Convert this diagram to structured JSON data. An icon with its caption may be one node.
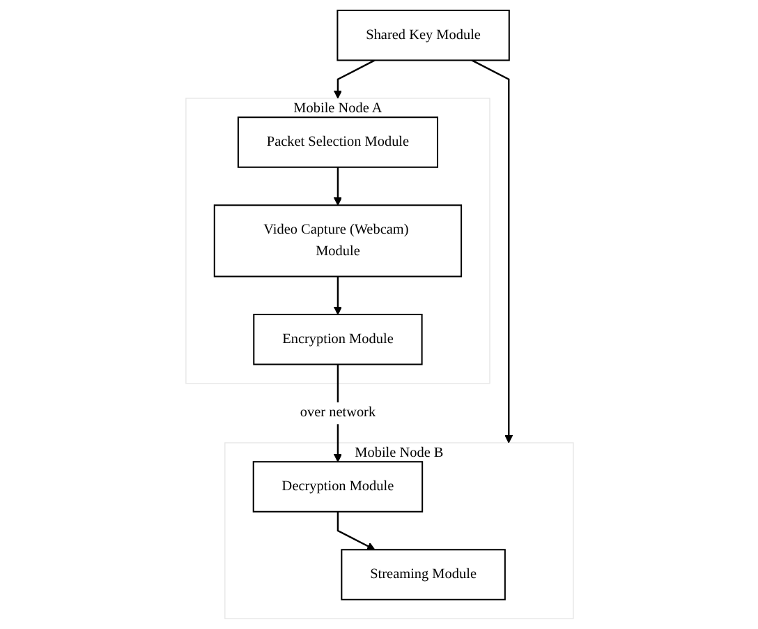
{
  "diagram": {
    "nodes": [
      {
        "text": [
          "Shared Key Module"
        ]
      },
      {
        "text": [
          "Mobile Node A"
        ]
      },
      {
        "text": [
          "Packet Selection Module"
        ],
        "in": 1
      },
      {
        "text": [
          "Video Capture (Webcam) Module"
        ],
        "in": 1
      },
      {
        "text": [
          "Encryption Module"
        ],
        "in": 1
      },
      {
        "text": [
          "Mobile Node B"
        ]
      },
      {
        "text": [
          "Streaming Module"
        ],
        "in": 5
      },
      {
        "text": [
          "Decryption Module"
        ],
        "in": 5
      }
    ],
    "edges": [
      {
        "from": 0,
        "to": 1,
        "arrow": "to"
      },
      {
        "from": 0,
        "to": 5,
        "arrow": "to"
      },
      {
        "from": 2,
        "to": 3,
        "arrow": "to"
      },
      {
        "from": 3,
        "to": 4,
        "arrow": "to"
      },
      {
        "from": 4,
        "to": 7,
        "label": "over network",
        "arrow": "to"
      },
      {
        "from": 7,
        "to": 6,
        "arrow": "to"
      }
    ]
  }
}
